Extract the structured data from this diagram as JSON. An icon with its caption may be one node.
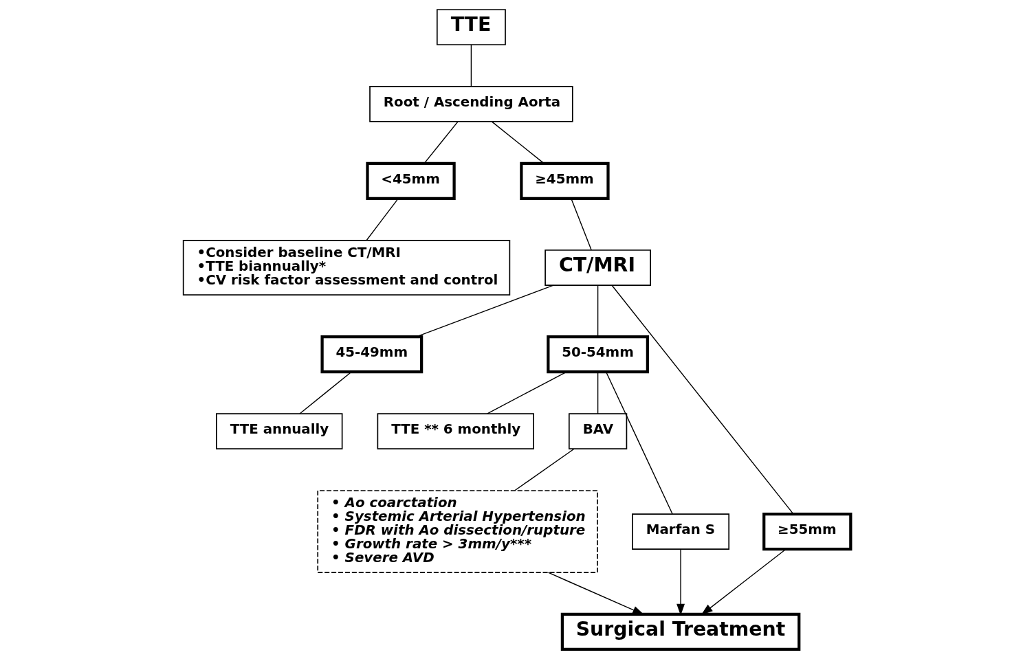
{
  "diagram": {
    "nodes": [
      {
        "text": [
          "TTE"
        ]
      },
      {
        "text": [
          "Root / Ascending Aorta"
        ]
      },
      {
        "text": [
          "<45mm"
        ]
      },
      {
        "text": [
          "≥45mm"
        ]
      },
      {
        "text": [
          "•Consider baseline CT/MRI",
          "•TTE biannually*",
          "•CV risk factor assessment and control"
        ]
      },
      {
        "text": [
          "CT/MRI"
        ]
      },
      {
        "text": [
          "45-49mm"
        ]
      },
      {
        "text": [
          "50-54mm"
        ]
      },
      {
        "text": [
          "≥55mm"
        ]
      },
      {
        "text": [
          "TTE annually"
        ]
      },
      {
        "text": [
          "TTE ** 6 monthly"
        ]
      },
      {
        "text": [
          "BAV"
        ]
      },
      {
        "text": [
          "Marfan S"
        ]
      },
      {
        "text": [
          "• Ao coarctation",
          "• Systemic Arterial Hypertension",
          "• FDR with Ao dissection/rupture",
          "• Growth rate > 3mm/y***",
          "• Severe AVD"
        ]
      },
      {
        "text": [
          "Surgical Treatment"
        ]
      }
    ],
    "edges": [
      {
        "from": 0,
        "to": 1,
        "arrow": "none"
      },
      {
        "from": 1,
        "to": 2,
        "arrow": "none"
      },
      {
        "from": 1,
        "to": 3,
        "arrow": "none"
      },
      {
        "from": 2,
        "to": 4,
        "arrow": "none"
      },
      {
        "from": 3,
        "to": 5,
        "arrow": "none"
      },
      {
        "from": 5,
        "to": 6,
        "arrow": "none"
      },
      {
        "from": 5,
        "to": 7,
        "arrow": "none"
      },
      {
        "from": 5,
        "to": 8,
        "arrow": "none"
      },
      {
        "from": 6,
        "to": 9,
        "arrow": "none"
      },
      {
        "from": 7,
        "to": 10,
        "arrow": "none"
      },
      {
        "from": 7,
        "to": 11,
        "arrow": "none"
      },
      {
        "from": 7,
        "to": 12,
        "arrow": "none"
      },
      {
        "from": 11,
        "to": 13,
        "arrow": "none"
      },
      {
        "from": 13,
        "to": 14,
        "arrow": "to"
      },
      {
        "from": 12,
        "to": 14,
        "arrow": "to"
      },
      {
        "from": 8,
        "to": 14,
        "arrow": "to"
      }
    ]
  }
}
